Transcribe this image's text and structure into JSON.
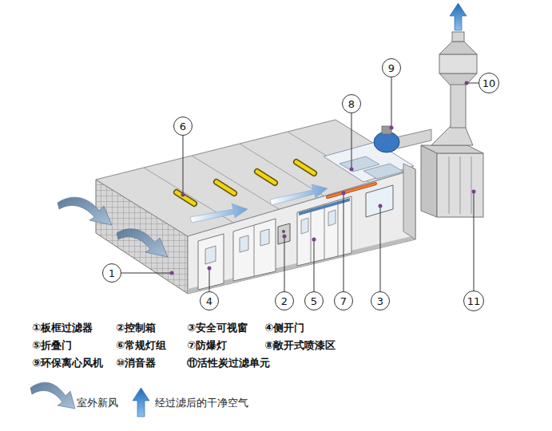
{
  "diagram": {
    "nodes": [
      {
        "text": [
          "9"
        ]
      },
      {
        "text": [
          "10"
        ]
      },
      {
        "text": [
          "8"
        ]
      },
      {
        "text": [
          "6"
        ]
      },
      {
        "text": [
          "1"
        ]
      },
      {
        "text": [
          "4"
        ]
      },
      {
        "text": [
          "2"
        ]
      },
      {
        "text": [
          "5"
        ]
      },
      {
        "text": [
          "7"
        ]
      },
      {
        "text": [
          "3"
        ]
      },
      {
        "text": [
          "11"
        ]
      }
    ],
    "labels": [
      "①板框过滤器",
      "②控制箱",
      "③安全可视窗",
      "④侧开门",
      "⑤折叠门",
      "⑥常规灯组",
      "⑦防爆灯",
      "⑧敞开式喷漆区",
      "⑨环保离心风机",
      "⑩消音器",
      "⑪活性炭过滤单元"
    ],
    "legend": [
      {
        "text": "室外新风"
      },
      {
        "text": "经过滤后的干净空气"
      }
    ]
  }
}
